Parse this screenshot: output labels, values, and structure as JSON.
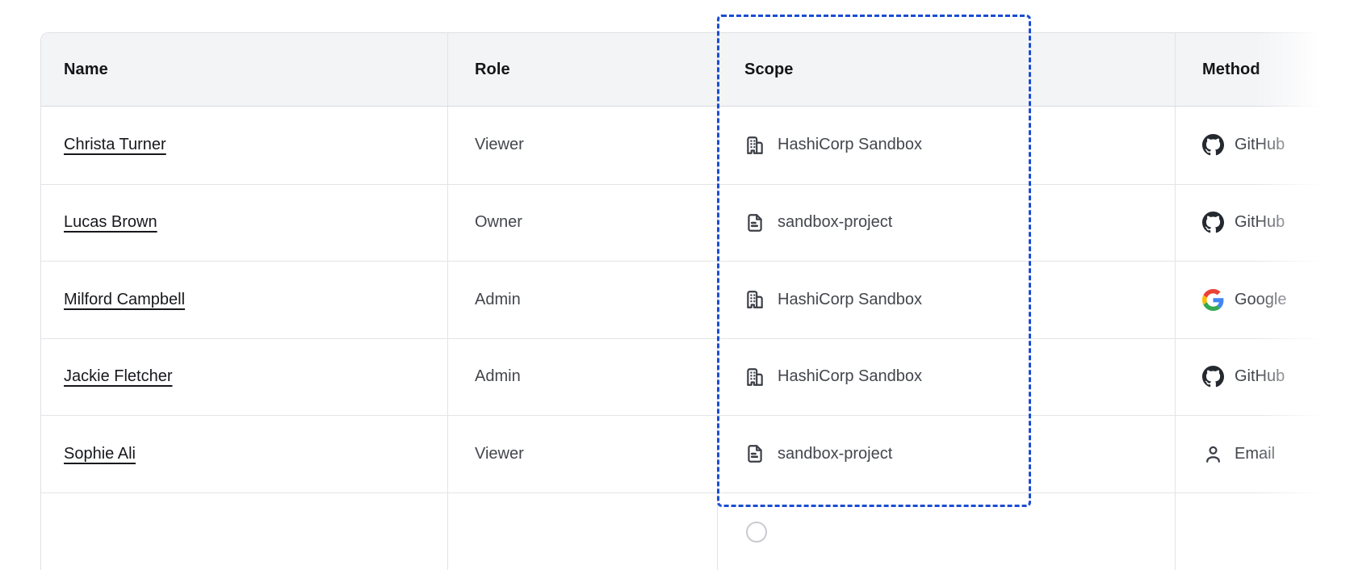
{
  "table": {
    "columns": [
      {
        "label": "Name"
      },
      {
        "label": "Role"
      },
      {
        "label": "Scope"
      },
      {
        "label": "Method"
      }
    ],
    "rows": [
      {
        "name": "Christa Turner",
        "role": "Viewer",
        "scope": "HashiCorp Sandbox",
        "scope_icon": "organization-icon",
        "method": "GitHub",
        "method_icon": "github-icon"
      },
      {
        "name": "Lucas Brown",
        "role": "Owner",
        "scope": "sandbox-project",
        "scope_icon": "project-file-icon",
        "method": "GitHub",
        "method_icon": "github-icon"
      },
      {
        "name": "Milford Campbell",
        "role": "Admin",
        "scope": "HashiCorp Sandbox",
        "scope_icon": "organization-icon",
        "method": "Google",
        "method_icon": "google-icon"
      },
      {
        "name": "Jackie Fletcher",
        "role": "Admin",
        "scope": "HashiCorp Sandbox",
        "scope_icon": "organization-icon",
        "method": "GitHub",
        "method_icon": "github-icon"
      },
      {
        "name": "Sophie Ali",
        "role": "Viewer",
        "scope": "sandbox-project",
        "scope_icon": "project-file-icon",
        "method": "Email",
        "method_icon": "email-person-icon"
      }
    ],
    "partial_next_row_visible": true
  },
  "overlay": {
    "kind": "column-drop-indicator",
    "highlighted_column": "Scope",
    "border_style": "dashed",
    "color": "#1b4dd2"
  },
  "colors": {
    "header_bg": "#f3f4f6",
    "row_border": "#e3e4e8",
    "outer_border": "#dfe0e4",
    "text_primary": "#17181c",
    "text_secondary": "#43464d",
    "icon_slate": "#3b3e46",
    "dashed_blue": "#1b4dd2",
    "github_black": "#24292f",
    "google_red": "#ea4335",
    "google_blue": "#4285f4",
    "google_yellow": "#fbbc05",
    "google_green": "#34a853"
  }
}
